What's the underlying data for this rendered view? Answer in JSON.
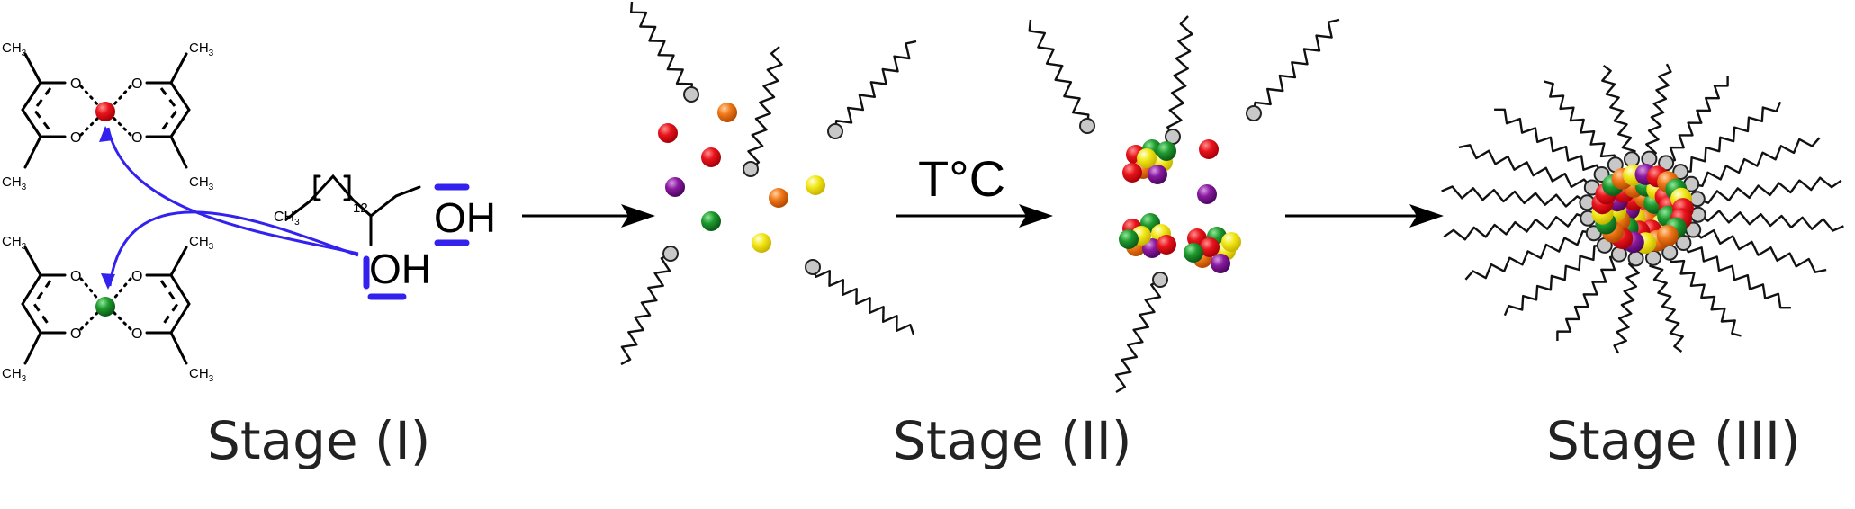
{
  "labels": {
    "stage1": "Stage (I)",
    "stage2": "Stage (II)",
    "stage3": "Stage (III)",
    "temperature": "T°C"
  },
  "molecules": {
    "methyl": "CH",
    "methyl_sub": "3",
    "oxygen": "O",
    "hydroxyl": "OH",
    "repeat_count": "12"
  },
  "colors": {
    "red": "#e8141b",
    "green": "#1f9a2e",
    "orange": "#f07818",
    "purple": "#8a1aa0",
    "yellow": "#f2e81a",
    "gray": "#c8c8c8",
    "blue": "#3322ee"
  }
}
